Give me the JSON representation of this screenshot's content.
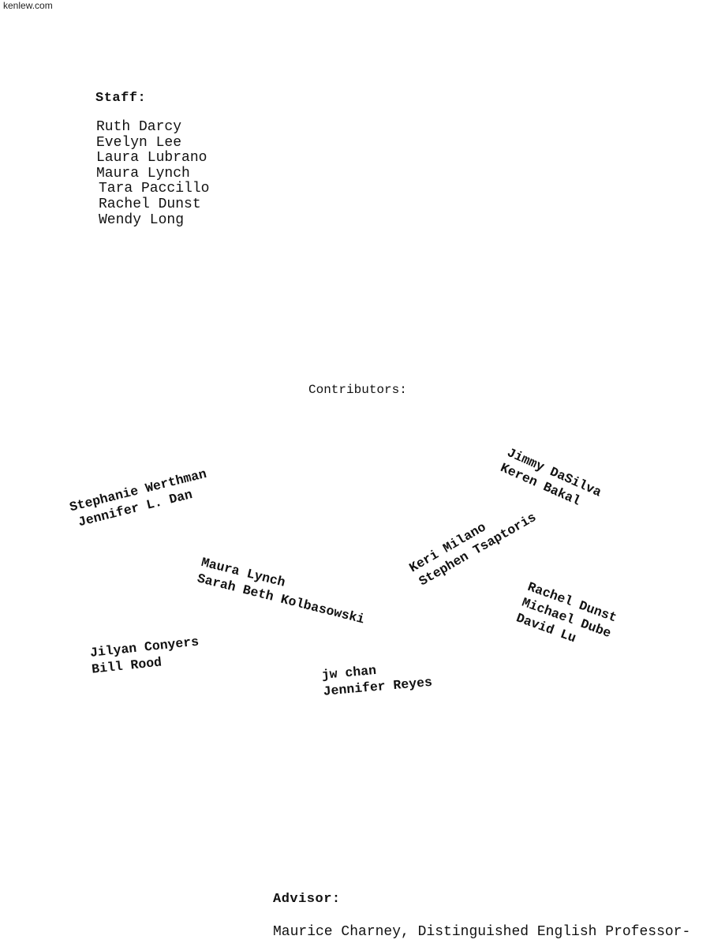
{
  "watermark": "kenlew.com",
  "staff": {
    "heading": "Staff:",
    "members": [
      "Ruth Darcy",
      "Evelyn Lee",
      "Laura Lubrano",
      "Maura Lynch",
      "Tara Paccillo",
      "Rachel Dunst",
      "Wendy Long"
    ]
  },
  "contributors": {
    "heading": "Contributors:",
    "groups": [
      [
        "Stephanie Werthman",
        "Jennifer L. Dan"
      ],
      [
        "Jimmy DaSilva",
        "Keren Bakal"
      ],
      [
        "Keri Milano",
        "Stephen Tsaptoris"
      ],
      [
        "Maura Lynch",
        "Sarah Beth Kolbasowski"
      ],
      [
        "Rachel Dunst",
        "Michael Dube",
        "David Lu"
      ],
      [
        "Jilyan Conyers",
        "Bill Rood"
      ],
      [
        "jw chan",
        "Jennifer Reyes"
      ]
    ]
  },
  "advisor": {
    "heading": "Advisor:",
    "text": "Maurice Charney, Distinguished English Professor-"
  }
}
